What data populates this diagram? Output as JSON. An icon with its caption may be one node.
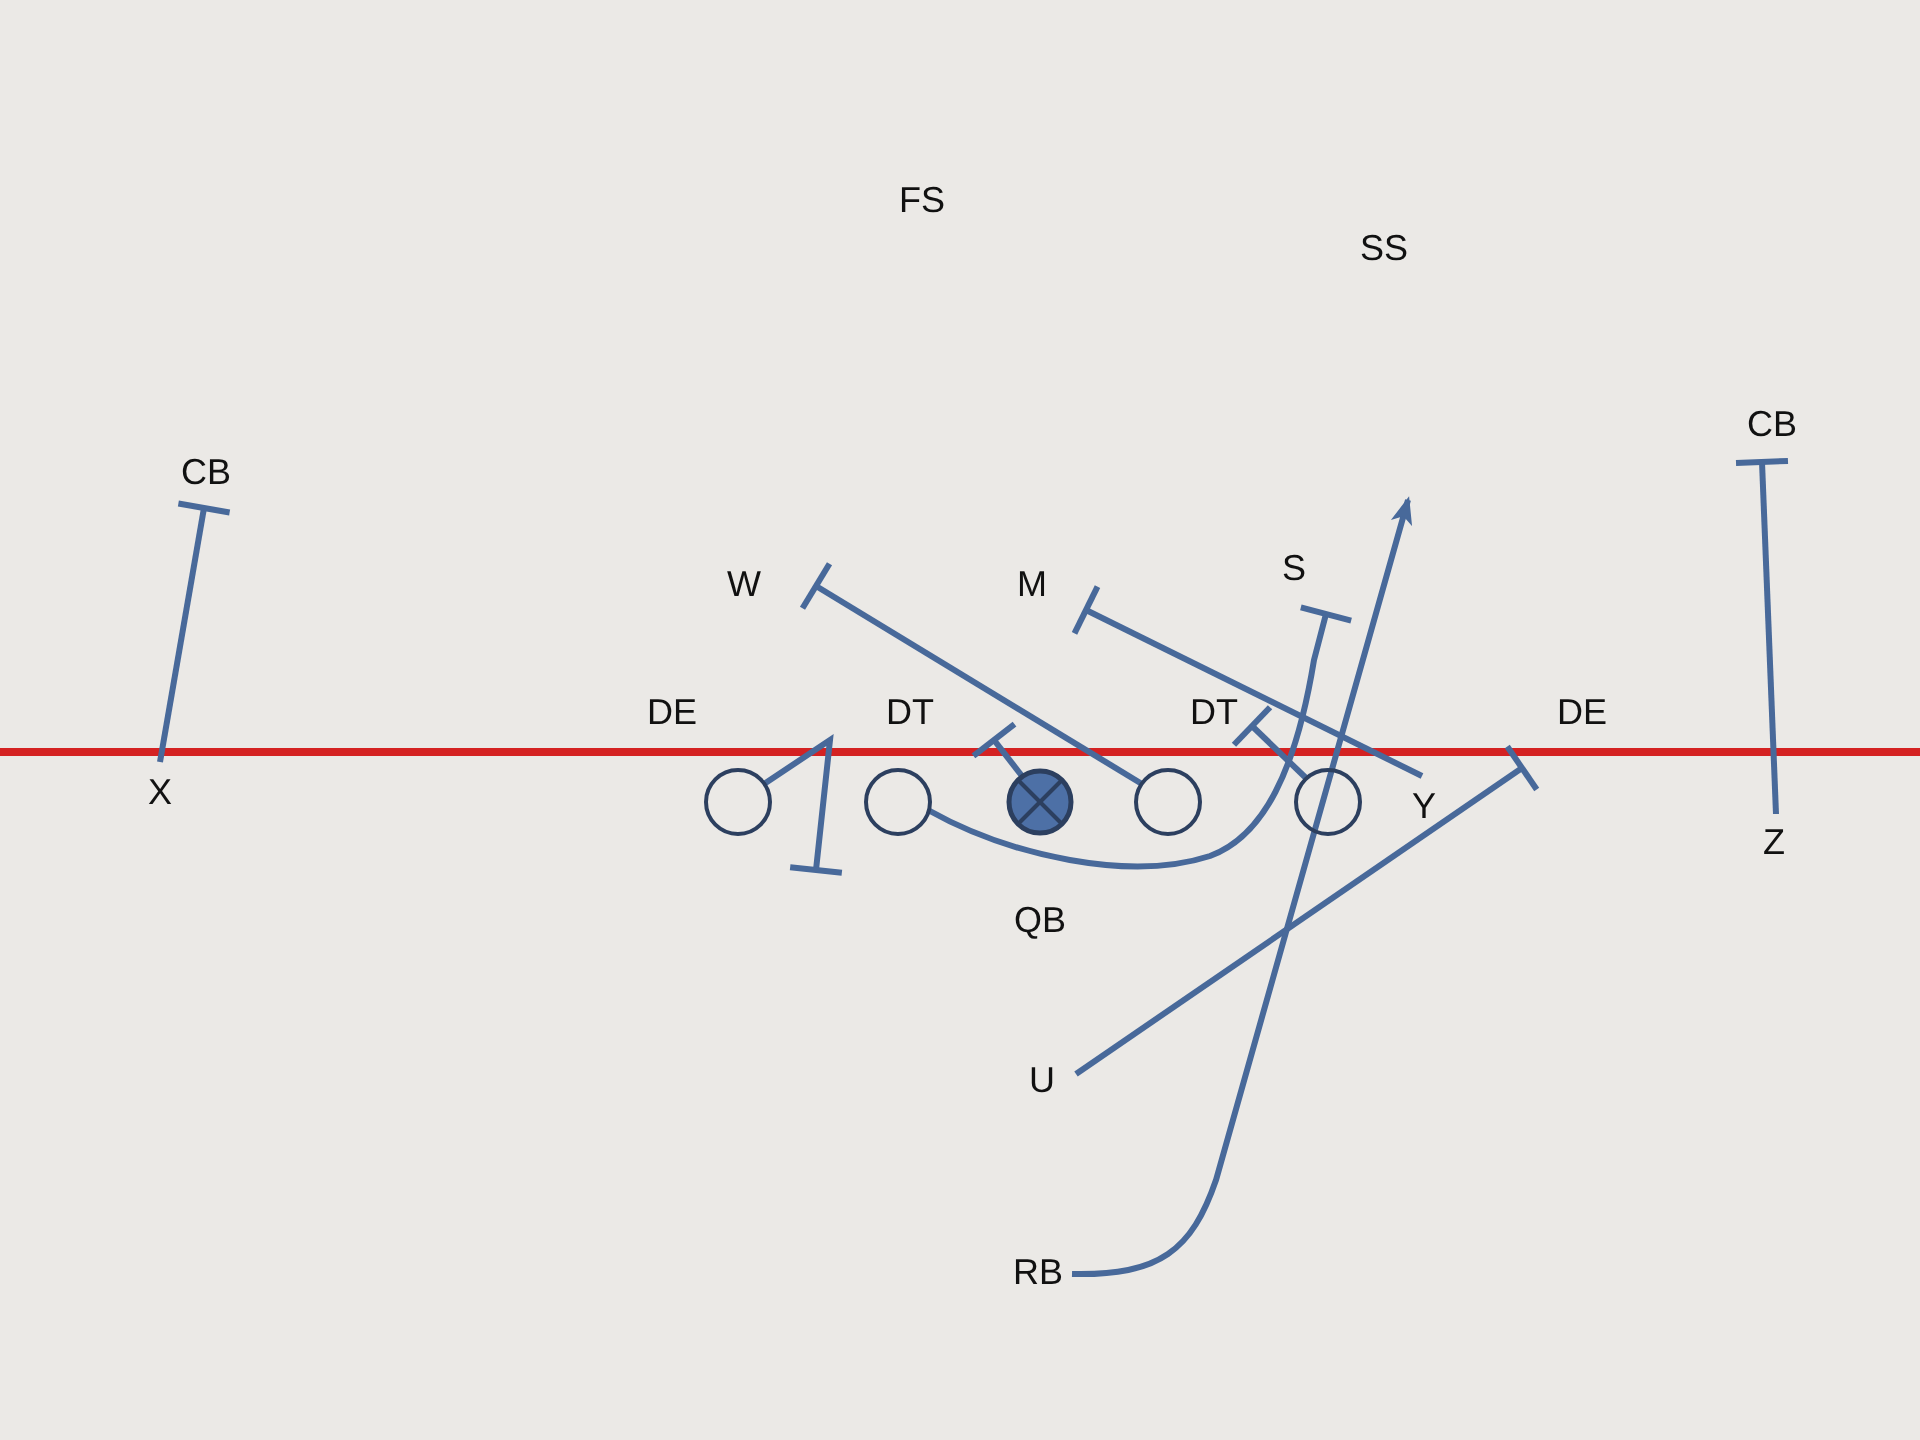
{
  "diagram": {
    "nodes": [
      {
        "text": [
          "CB"
        ]
      },
      {
        "text": [
          "CB"
        ]
      },
      {
        "text": [
          "W"
        ]
      },
      {
        "text": [
          "M"
        ]
      },
      {
        "text": [
          "S"
        ]
      },
      {
        "text": [
          "DT"
        ]
      },
      {
        "text": [
          "DT"
        ]
      },
      {
        "text": [
          "DE"
        ]
      },
      {
        "text": [
          "X"
        ]
      },
      {
        "text": [],
        "shape": "circle"
      },
      {
        "text": [],
        "shape": "circle"
      },
      {
        "text": [],
        "shape": "circle"
      },
      {
        "text": [],
        "shape": "circle"
      },
      {
        "text": [],
        "shape": "circle"
      },
      {
        "text": [
          "Y"
        ]
      },
      {
        "text": [
          "Z"
        ]
      },
      {
        "text": [
          "U"
        ]
      },
      {
        "text": [
          "RB"
        ]
      }
    ],
    "edges": [
      {
        "from": 8,
        "to": 0,
        "arrow": "other"
      },
      {
        "from": 15,
        "to": 1,
        "arrow": "other"
      },
      {
        "from": 9,
        "to": null,
        "arrow": "other"
      },
      {
        "from": 11,
        "to": 5,
        "arrow": "other"
      },
      {
        "from": 12,
        "to": 2,
        "arrow": "other"
      },
      {
        "from": 13,
        "to": 6,
        "arrow": "other"
      },
      {
        "from": 14,
        "to": 3,
        "arrow": "other"
      },
      {
        "from": 10,
        "to": 4,
        "arrow": "other"
      },
      {
        "from": 16,
        "to": 7,
        "arrow": "other"
      },
      {
        "from": 17,
        "to": null,
        "arrow": "to"
      }
    ],
    "labels": [
      "FS",
      "SS",
      "DE",
      "QB"
    ]
  }
}
